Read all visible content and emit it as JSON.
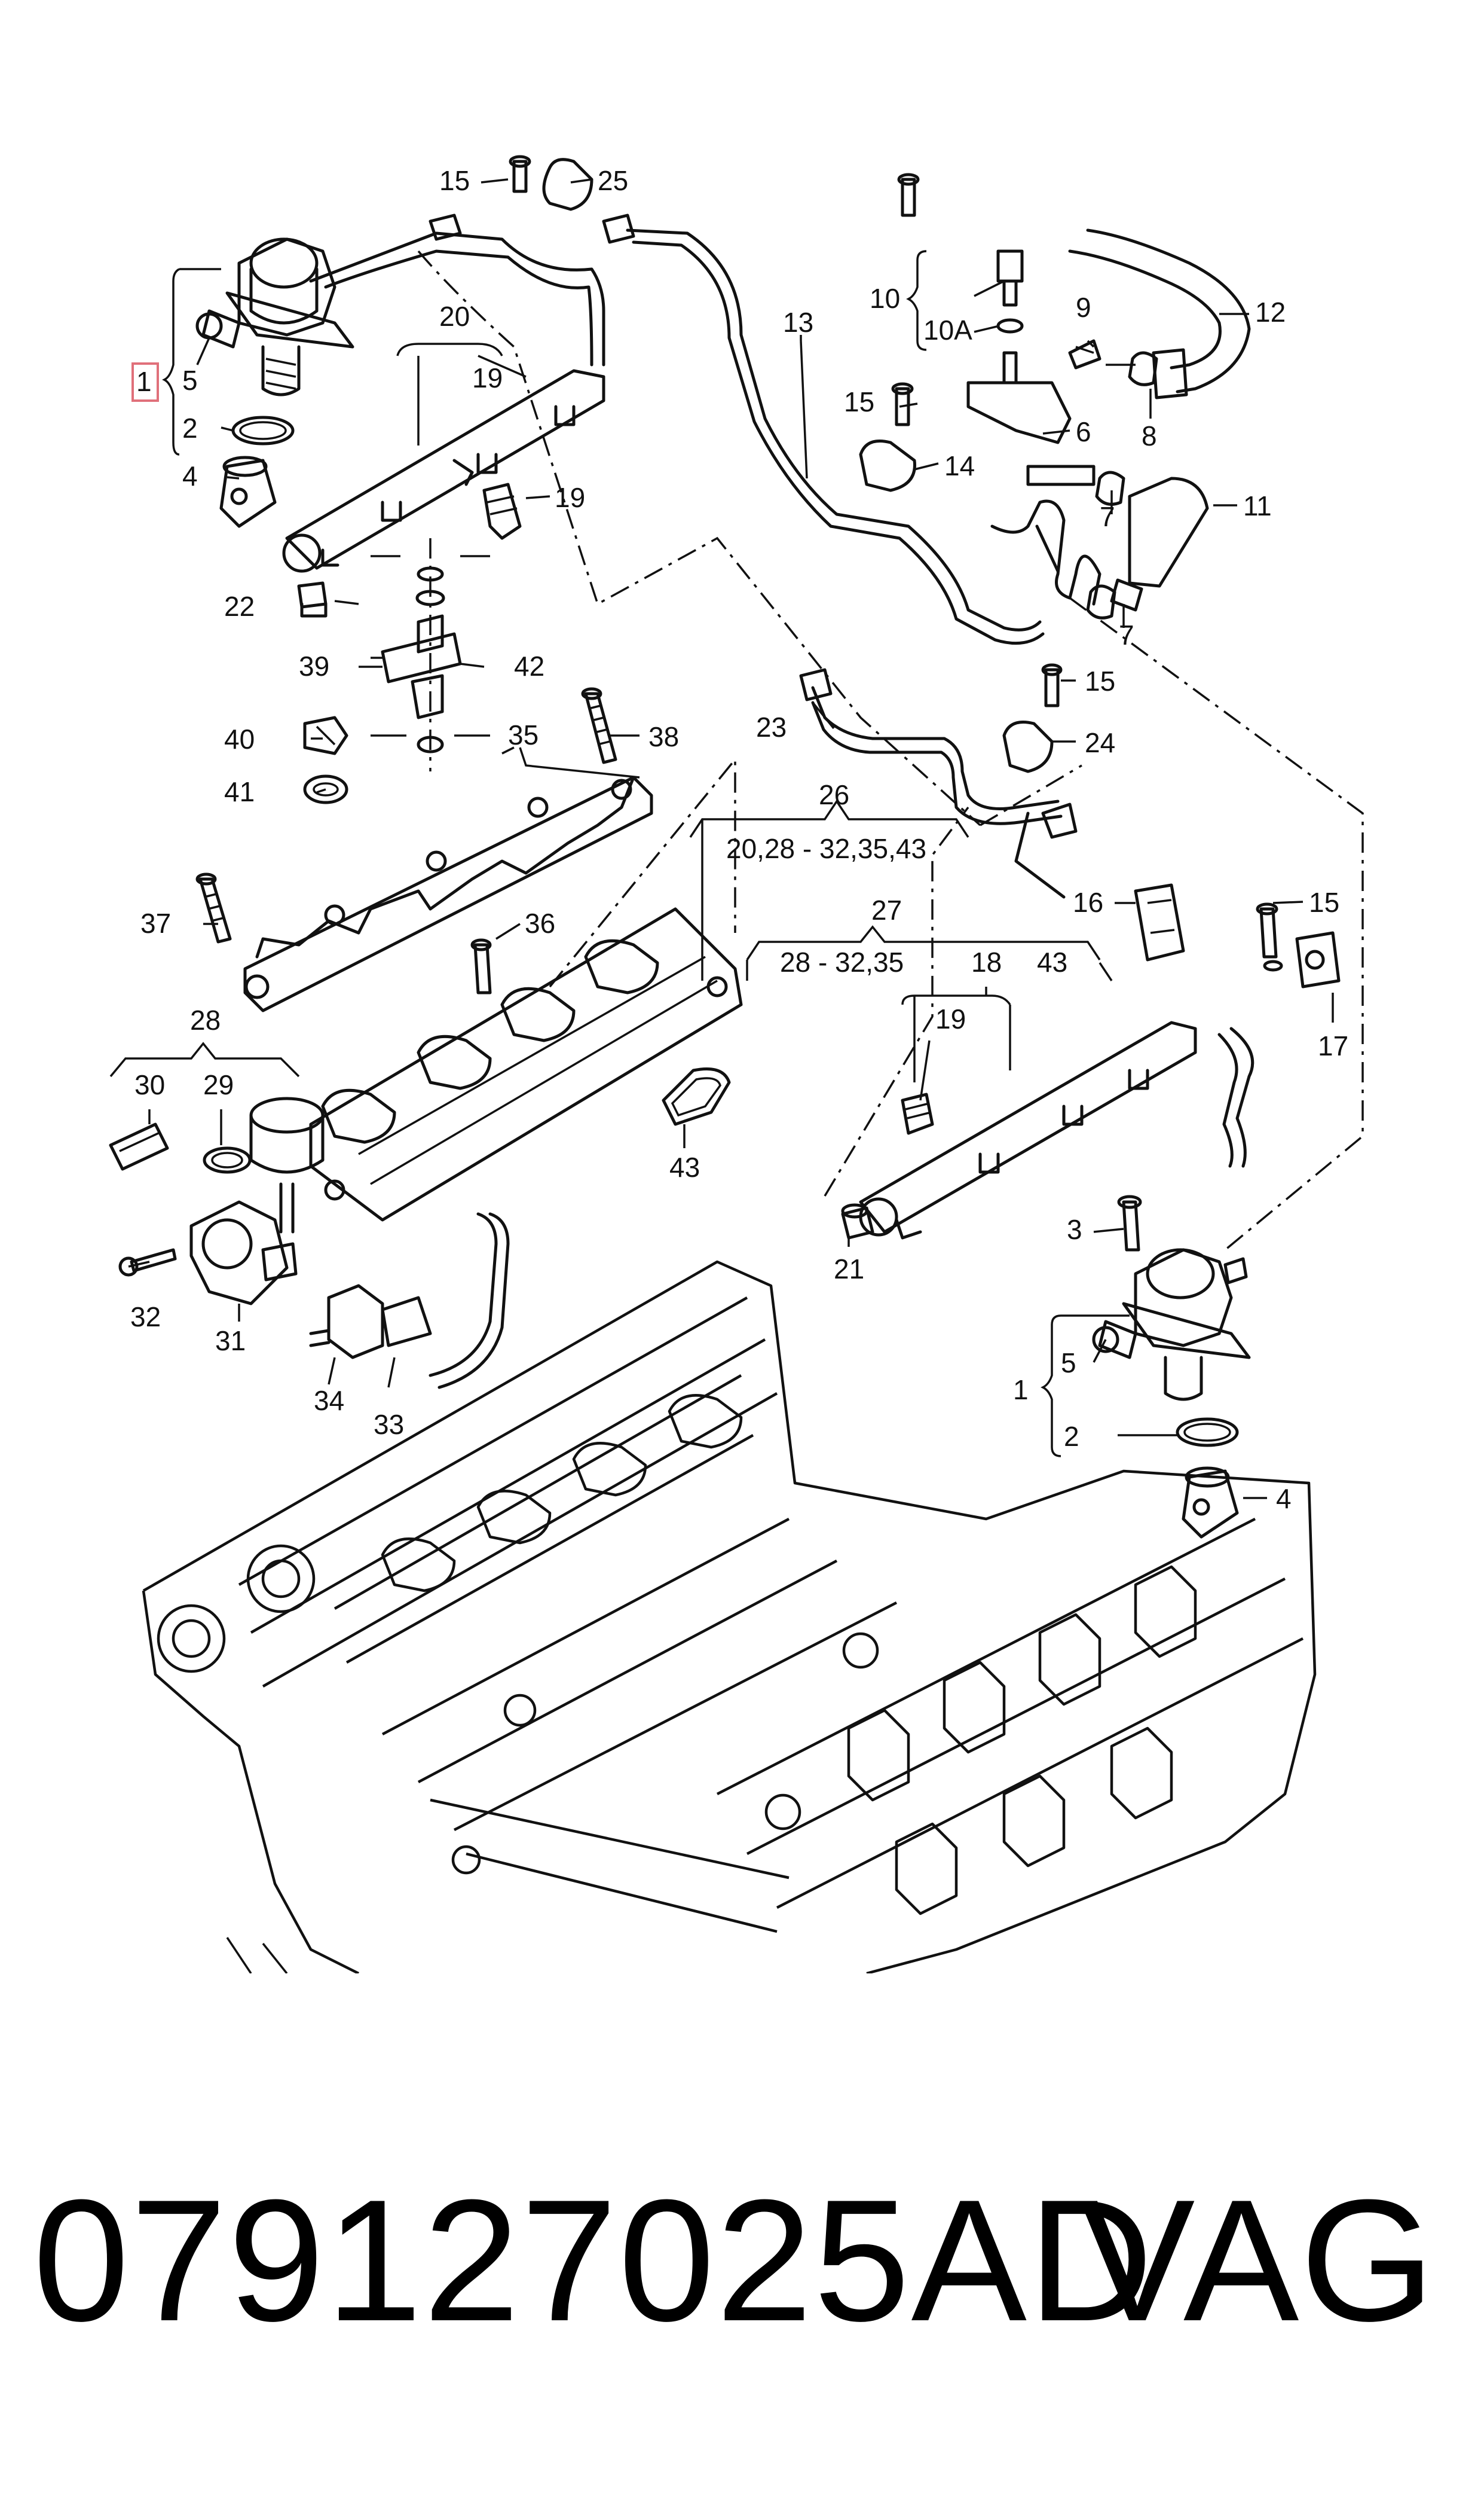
{
  "callouts": {
    "c1a": "1",
    "c5a": "5",
    "c2a": "2",
    "c4a": "4",
    "c15a": "15",
    "c25": "25",
    "c20": "20",
    "c19a": "19",
    "c19b": "19",
    "c13": "13",
    "c10": "10",
    "c10A": "10A",
    "c9": "9",
    "c12": "12",
    "c15b": "15",
    "c14": "14",
    "c6": "6",
    "c8": "8",
    "c7a": "7",
    "c11": "11",
    "c7b": "7",
    "c22": "22",
    "c39": "39",
    "c42": "42",
    "c40": "40",
    "c41": "41",
    "c38": "38",
    "c35": "35",
    "c23": "23",
    "c15c": "15",
    "c24": "24",
    "c26": "26",
    "c26r": "20,28 - 32,35,43",
    "c37": "37",
    "c36": "36",
    "c27": "27",
    "c27r": "28 - 32,35",
    "c16": "16",
    "c15d": "15",
    "c18": "18",
    "c43a": "43",
    "c17": "17",
    "c28": "28",
    "c30": "30",
    "c29": "29",
    "c19c": "19",
    "c43b": "43",
    "c21": "21",
    "c3": "3",
    "c32": "32",
    "c31": "31",
    "c34": "34",
    "c33": "33",
    "c1b": "1",
    "c5b": "5",
    "c2b": "2",
    "c4b": "4"
  },
  "highlight_color": "#e0707a",
  "footer": {
    "part_number": "079127025AD",
    "brand": "VAG"
  }
}
